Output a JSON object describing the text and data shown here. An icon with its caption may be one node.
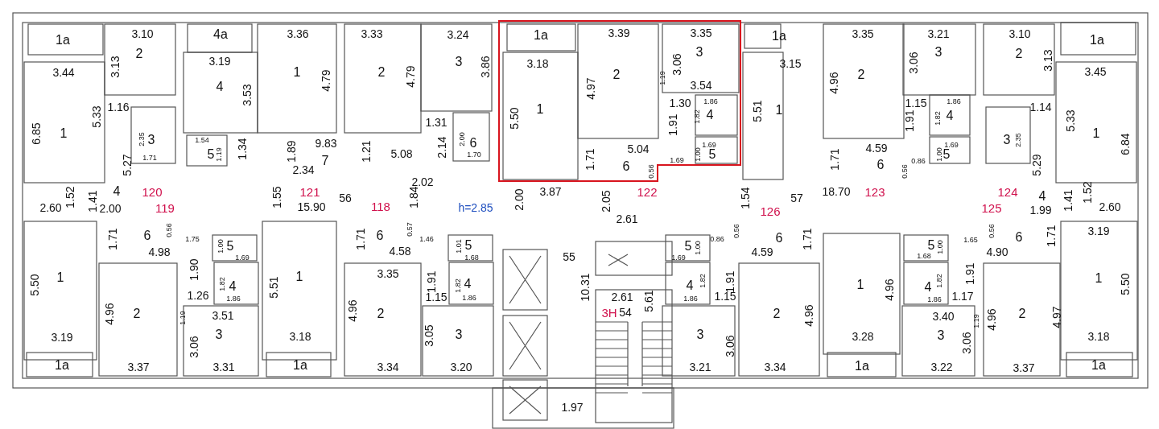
{
  "diagram": {
    "labels": [
      "1a",
      "3.10",
      "2",
      "3.13",
      "4a",
      "3.19",
      "3.36",
      "3.33",
      "3.24",
      "1a",
      "3.39",
      "3.35",
      "1a",
      "3.35",
      "3.21",
      "3.10",
      "1a",
      "3",
      "3.86",
      "3",
      "3.06",
      "3",
      "3.06",
      "2",
      "3.13",
      "3.18",
      "3.15",
      "3.44",
      "1",
      "4.79",
      "2",
      "4.79",
      "2",
      "4.97",
      "2",
      "4.96",
      "3.45",
      "4",
      "3.53",
      "1.19",
      "3.54",
      "1.16",
      "5.33",
      "1",
      "5.50",
      "1",
      "5.51",
      "1.30",
      "1.86",
      "1.15",
      "1.86",
      "1.14",
      "5.33",
      "1.31",
      "4",
      "1.82",
      "1.91",
      "4",
      "1.82",
      "1.91",
      "6.85",
      "1",
      "2.35",
      "3",
      "1.54",
      "1.34",
      "1.89",
      "9.83",
      "1.21",
      "2.14",
      "2.00",
      "6",
      "5.04",
      "1.69",
      "4.59",
      "1.69",
      "3",
      "2.35",
      "1",
      "6.84",
      "1.71",
      "5",
      "1.19",
      "7",
      "5.08",
      "1.70",
      "1.71",
      "1.69",
      "1.00",
      "5",
      "1.71",
      "0.86",
      "1.00",
      "5",
      "5.27",
      "2.34",
      "6",
      "0.56",
      "6",
      "0.56",
      "5.29",
      "2.02",
      "4",
      "120",
      "121",
      "3.87",
      "122",
      "18.70",
      "123",
      "124",
      "4",
      "1.52",
      "1.41",
      "1.55",
      "56",
      "1.84",
      "2.00",
      "2.05",
      "1.54",
      "57",
      "1.41",
      "1.52",
      "2.60",
      "2.00",
      "119",
      "15.90",
      "118",
      "h=2.85",
      "126",
      "125",
      "1.99",
      "2.60",
      "2.61",
      "0.56",
      "0.57",
      "0.56",
      "0.56",
      "3.19",
      "6",
      "1.71",
      "1.75",
      "6",
      "1.71",
      "1.46",
      "0.86",
      "6",
      "1.71",
      "1.65",
      "6",
      "1.71",
      "5",
      "1.00",
      "5",
      "1.01",
      "5",
      "1.00",
      "5",
      "1.00",
      "4.98",
      "4.58",
      "4.59",
      "4.90",
      "1.69",
      "1.68",
      "1.69",
      "1.68",
      "55",
      "3.35",
      "1.90",
      "1.91",
      "1.91",
      "1.91",
      "1",
      "5.50",
      "1",
      "5.51",
      "1",
      "4.96",
      "1",
      "5.50",
      "4",
      "1.82",
      "4",
      "1.82",
      "4",
      "1.82",
      "4",
      "1.82",
      "10.31",
      "1.86",
      "1.86",
      "1.86",
      "1.86",
      "1.26",
      "1.15",
      "2.61",
      "1.15",
      "1.17",
      "5.61",
      "3Н",
      "54",
      "4.96",
      "2",
      "1.19",
      "3.51",
      "4.96",
      "2",
      "2",
      "4.96",
      "3.40",
      "1.19",
      "4.96",
      "2",
      "4.97",
      "3.19",
      "3.06",
      "3",
      "3.18",
      "3.05",
      "3",
      "3",
      "3.06",
      "3.28",
      "3",
      "3.06",
      "3.18",
      "1a",
      "3.37",
      "3.31",
      "1a",
      "3.34",
      "3.20",
      "3.21",
      "3.34",
      "1a",
      "3.22",
      "3.37",
      "1a",
      "1.97"
    ]
  }
}
